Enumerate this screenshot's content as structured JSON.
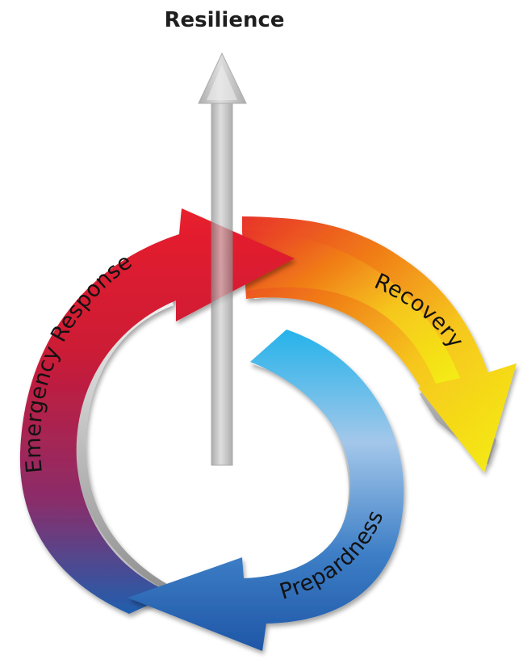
{
  "diagram": {
    "title": "Resilience",
    "labels": {
      "emergency_response": "Emergency Response",
      "recovery": "Recovery",
      "preparedness": "Prepardness"
    },
    "colors": {
      "emergency_response": [
        "#e8202c",
        "#cc1a35",
        "#8a2d6a",
        "#1f5fae"
      ],
      "recovery": [
        "#e8332a",
        "#f07a18",
        "#f6c61d",
        "#f4ef14"
      ],
      "preparedness": [
        "#24b3ea",
        "#a3c7ea",
        "#3d7ec6",
        "#1e56a6"
      ],
      "resilience_arrow": "#a9a9a9",
      "bevel": "#c7c7c7",
      "title_text": "#1e1e1e"
    }
  }
}
